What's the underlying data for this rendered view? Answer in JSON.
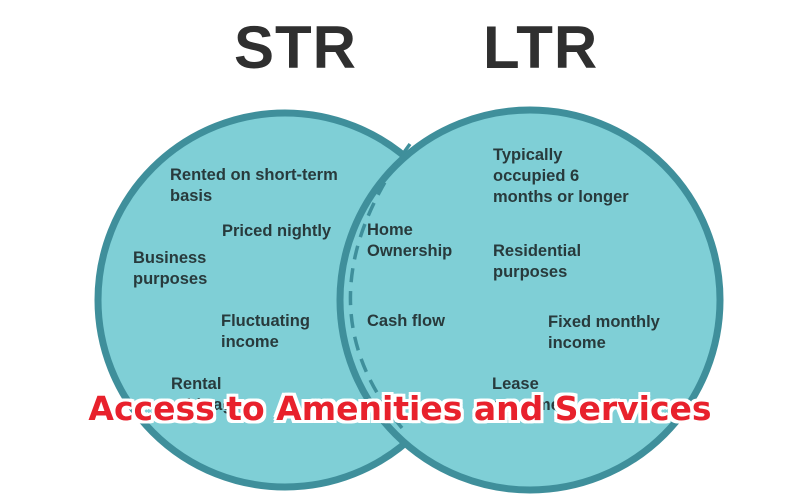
{
  "diagram": {
    "left_title": "STR",
    "right_title": "LTR",
    "left_items": [
      "Rented on short-term\nbasis",
      "Priced nightly",
      "Business\npurposes",
      "Fluctuating\nincome",
      "Rental\narbitrage"
    ],
    "shared_items": [
      "Home\nOwnership",
      "Cash flow"
    ],
    "right_items": [
      "Typically\noccupied 6\nmonths or longer",
      "Residential\npurposes",
      "Fixed monthly\nincome",
      "Lease\nagreement"
    ],
    "colors": {
      "circle_fill": "#7fcfd6",
      "circle_stroke": "#3f8f9b",
      "divider": "#3f8f9b",
      "overlay_text": "#e8212c"
    }
  },
  "overlay": {
    "caption": "Access to Amenities and Services"
  }
}
